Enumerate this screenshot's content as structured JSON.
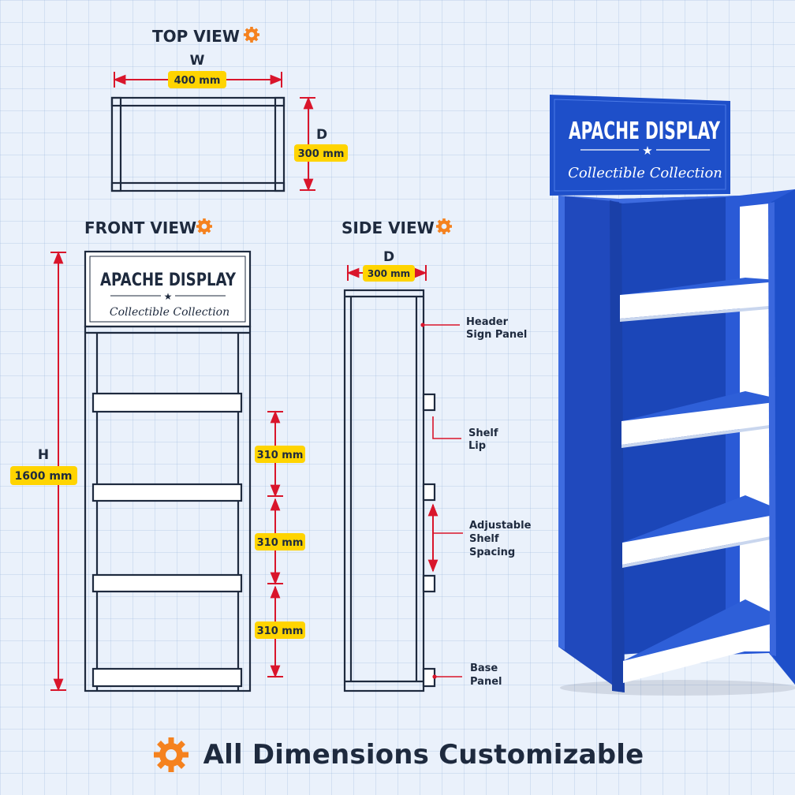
{
  "views": {
    "top": {
      "title": "TOP VIEW",
      "width_symbol": "W",
      "width_value": "400 mm",
      "depth_symbol": "D",
      "depth_value": "300 mm"
    },
    "front": {
      "title": "FRONT VIEW",
      "height_symbol": "H",
      "height_value": "1600 mm",
      "shelf_spacing": [
        "310 mm",
        "310 mm",
        "310 mm"
      ]
    },
    "side": {
      "title": "SIDE VIEW",
      "depth_symbol": "D",
      "depth_value": "300 mm"
    }
  },
  "sign": {
    "brand": "APACHE DISPLAY",
    "star": "★",
    "tagline": "Collectible Collection"
  },
  "callouts": {
    "header_sign_panel": [
      "Header",
      "Sign Panel"
    ],
    "shelf_lip": [
      "Shelf",
      "Lip"
    ],
    "adjustable_shelf_spacing": [
      "Adjustable",
      "Shelf",
      "Spacing"
    ],
    "base_panel": [
      "Base",
      "Panel"
    ]
  },
  "footer": {
    "text": "All Dimensions Customizable"
  },
  "colors": {
    "accent": "#f5821f",
    "dimension": "#d9152b",
    "label_fill": "#ffd400",
    "display_blue": "#1e4fc9",
    "outline": "#1e2a3e"
  }
}
